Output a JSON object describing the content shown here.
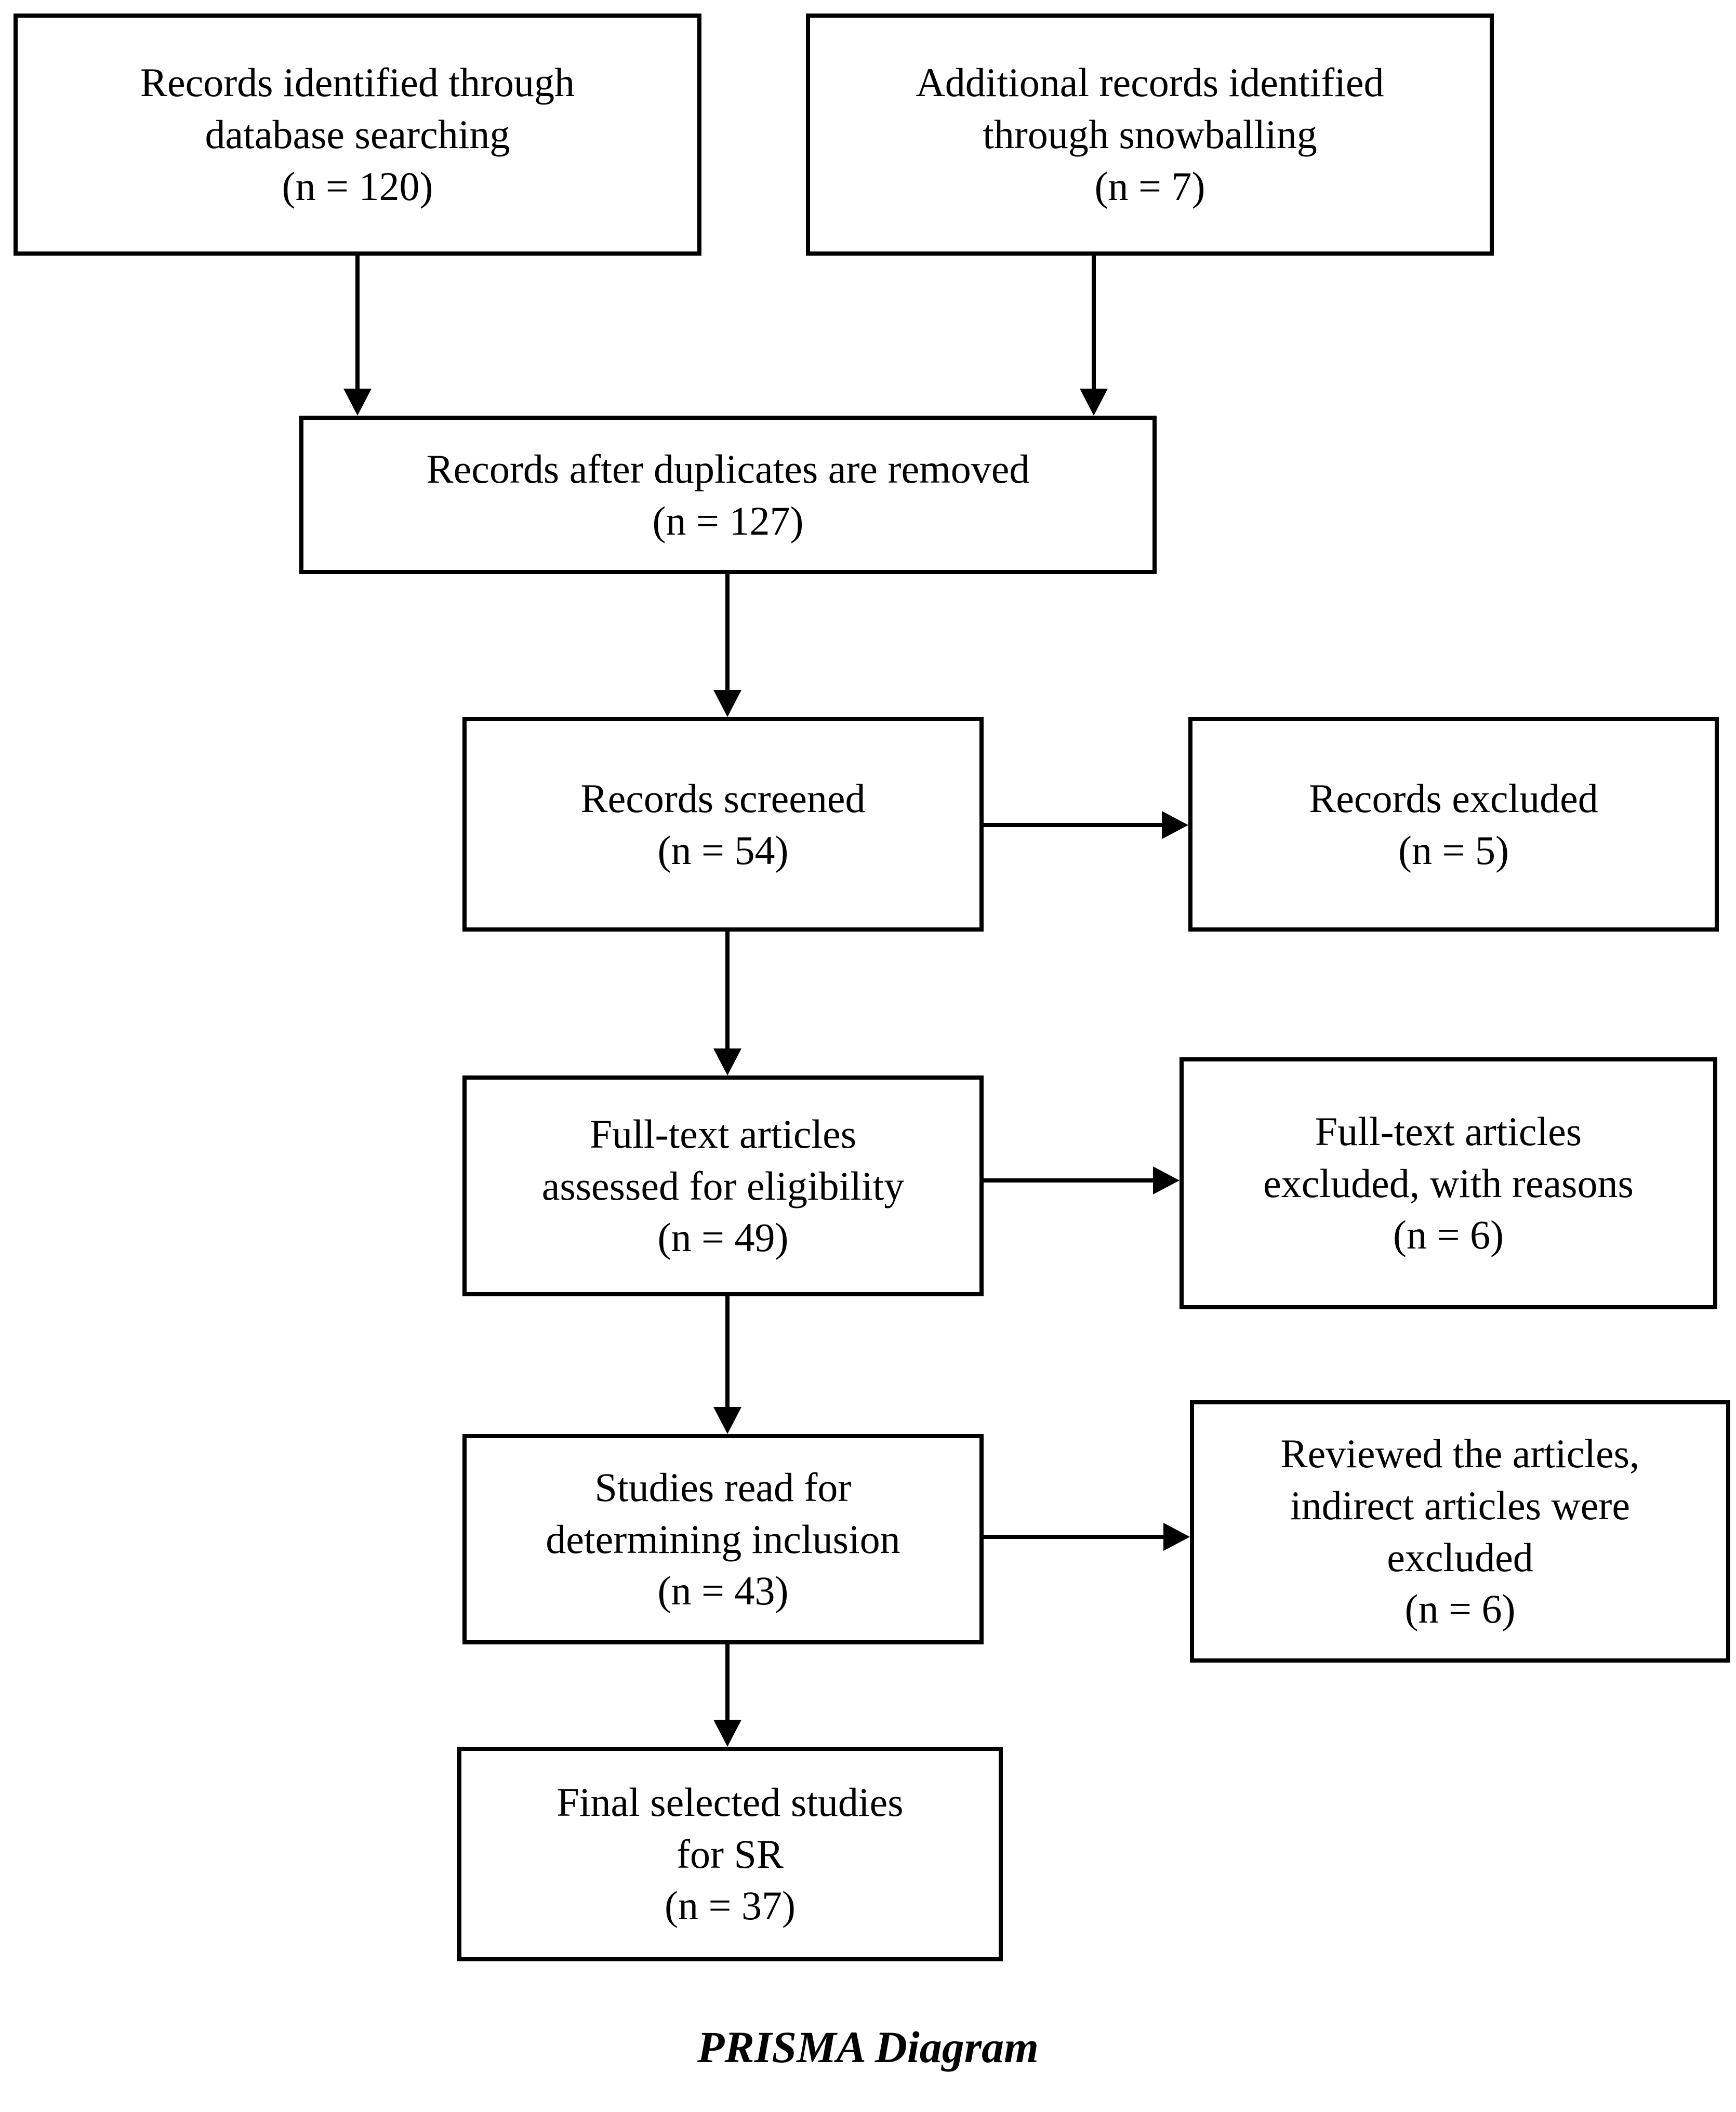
{
  "diagram": {
    "caption": "PRISMA Diagram",
    "nodes": {
      "db_search": {
        "text": "Records identified through\ndatabase searching\n(n = 120)"
      },
      "snowballing": {
        "text": "Additional records identified\nthrough snowballing\n(n = 7)"
      },
      "after_duplicates": {
        "text": "Records after duplicates are removed\n(n = 127)"
      },
      "screened": {
        "text": "Records screened\n(n = 54)"
      },
      "excluded": {
        "text": "Records excluded\n(n = 5)"
      },
      "fulltext_assessed": {
        "text": "Full-text articles\nassessed for eligibility\n(n = 49)"
      },
      "fulltext_excluded": {
        "text": "Full-text articles\nexcluded, with reasons\n(n = 6)"
      },
      "studies_read": {
        "text": "Studies read for\ndetermining inclusion\n(n = 43)"
      },
      "reviewed_excluded": {
        "text": "Reviewed the articles,\nindirect articles were\nexcluded\n(n = 6)"
      },
      "final_selected": {
        "text": "Final selected studies\nfor SR\n(n = 37)"
      }
    },
    "edges": [
      {
        "from": "db_search",
        "to": "after_duplicates"
      },
      {
        "from": "snowballing",
        "to": "after_duplicates"
      },
      {
        "from": "after_duplicates",
        "to": "screened"
      },
      {
        "from": "screened",
        "to": "excluded"
      },
      {
        "from": "screened",
        "to": "fulltext_assessed"
      },
      {
        "from": "fulltext_assessed",
        "to": "fulltext_excluded"
      },
      {
        "from": "fulltext_assessed",
        "to": "studies_read"
      },
      {
        "from": "studies_read",
        "to": "reviewed_excluded"
      },
      {
        "from": "studies_read",
        "to": "final_selected"
      }
    ],
    "colors": {
      "line": "#000000",
      "background": "#ffffff",
      "text": "#000000"
    }
  }
}
